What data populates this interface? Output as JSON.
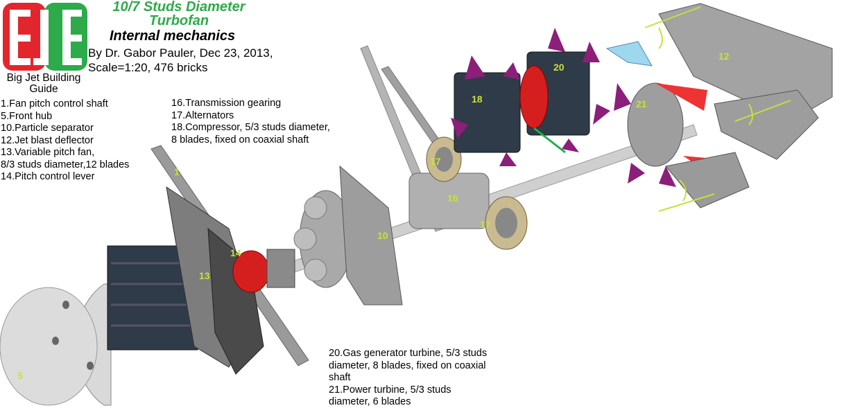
{
  "logo": {
    "letters": "BJB",
    "colors": {
      "red": "#e3262d",
      "green": "#2daa4a"
    }
  },
  "header": {
    "title_line1": "10/7 Studs Diameter",
    "title_line2": "Turbofan",
    "subtitle": "Internal mechanics",
    "byline": "By Dr. Gabor Pauler, Dec 23, 2013, Scale=1:20,  476 bricks",
    "brand_line1": "Big Jet Building",
    "brand_line2": "Guide"
  },
  "legend_left": [
    "1.Fan pitch control shaft",
    "5.Front hub",
    "10.Particle separator",
    "12.Jet blast deflector",
    "13.Variable pitch fan,",
    "8/3 studs diameter,12 blades",
    "14.Pitch control lever"
  ],
  "legend_mid": [
    "16.Transmission gearing",
    "17.Alternators",
    "18.Compressor, 5/3 studs diameter,",
    "8 blades, fixed on coaxial shaft"
  ],
  "legend_bottom": [
    "20.Gas generator turbine, 5/3 studs",
    "diameter, 8 blades, fixed on coaxial",
    "shaft",
    "21.Power turbine, 5/3 studs",
    "diameter, 6 blades"
  ],
  "part_labels": {
    "p1": "1",
    "p5": "5",
    "p10": "10",
    "p12": "12",
    "p13": "13",
    "p14": "14",
    "p16": "16",
    "p17a": "17",
    "p17b": "17",
    "p18": "18",
    "p20": "20",
    "p21": "21"
  },
  "colors": {
    "label": "#c8e03a",
    "part_gray": "#a9a9a9",
    "dark_blue": "#2f3b48",
    "purple": "#8b1f7a",
    "red": "#d51f1f",
    "tan": "#c9bb8f"
  }
}
